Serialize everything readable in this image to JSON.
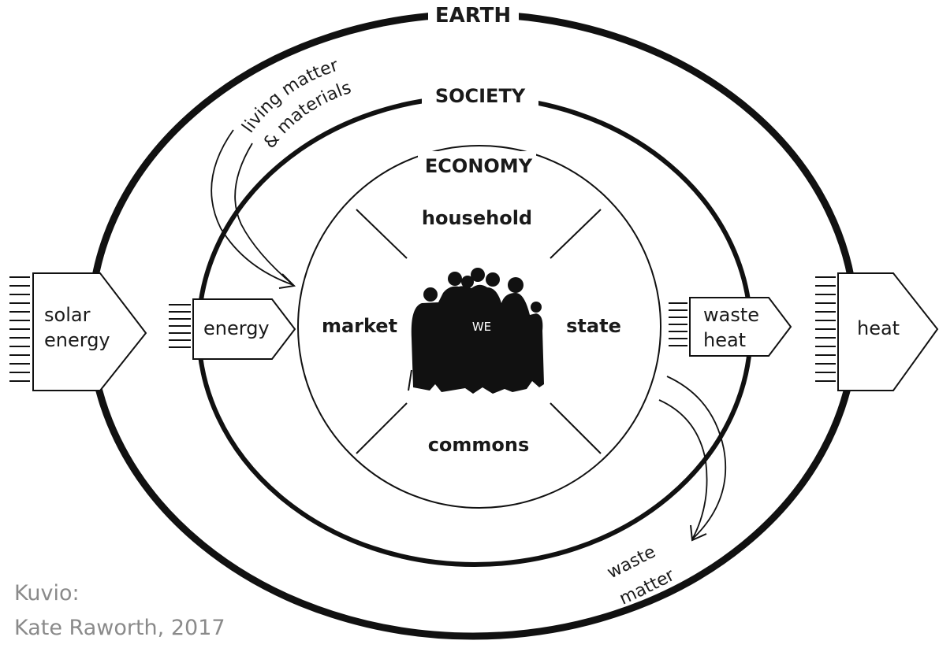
{
  "rings": {
    "earth": "EARTH",
    "society": "SOCIETY",
    "economy": "ECONOMY"
  },
  "sectors": {
    "household": "household",
    "market": "market",
    "state": "state",
    "commons": "commons"
  },
  "center": {
    "label": "WE"
  },
  "inflows": {
    "living_matter": [
      "living matter",
      "& materials"
    ],
    "solar": [
      "solar",
      "energy"
    ],
    "energy": "energy"
  },
  "outflows": {
    "waste_heat": [
      "waste",
      "heat"
    ],
    "heat": "heat",
    "waste_matter": [
      "waste",
      "matter"
    ]
  },
  "caption": {
    "line1": "Kuvio:",
    "line2": "Kate Raworth, 2017"
  }
}
